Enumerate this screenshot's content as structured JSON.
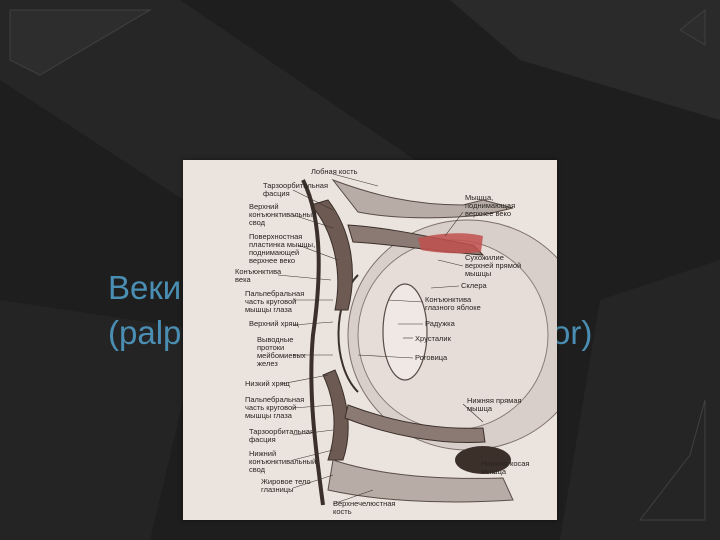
{
  "slide": {
    "title_line1": "Веки",
    "title_line2": "(palp",
    "title_tail": "or)"
  },
  "colors": {
    "background": "#1f1f1f",
    "title": "#4a8fb3",
    "figure_paper": "#ebe3de",
    "muscle_highlight": "#c0504d"
  },
  "figure": {
    "labels_left": [
      "Лобная кость",
      "Тарзоорбитальная\nфасция",
      "Верхний\nконъюнктивальный\nсвод",
      "Поверхностная\nпластинка мышцы,\nподнимающей\nверхнее веко",
      "Конъюнктива\nвека",
      "Пальпебральная\nчасть круговой\nмышцы глаза",
      "Верхний хрящ",
      "Выводные\nпротоки\nмейбомиевых\nжелез",
      "Низкий хрящ",
      "Пальпебральная\nчасть круговой\nмышцы глаза",
      "Тарзоорбитальная\nфасция",
      "Нижний\nконъюнктивальный\nсвод",
      "Жировое тело\nглазницы",
      "Верхнечелюстная\nкость"
    ],
    "labels_right": [
      "Мышца,\nподнимающая\nверхнее веко",
      "Сухожилие\nверхней прямой\nмышцы",
      "Склера",
      "Конъюнктива\nглазного яблоке",
      "Радужка",
      "Хрусталик",
      "Роговица",
      "Нижняя прямая\nмышца",
      "Нижняя косая\nмышца"
    ]
  }
}
